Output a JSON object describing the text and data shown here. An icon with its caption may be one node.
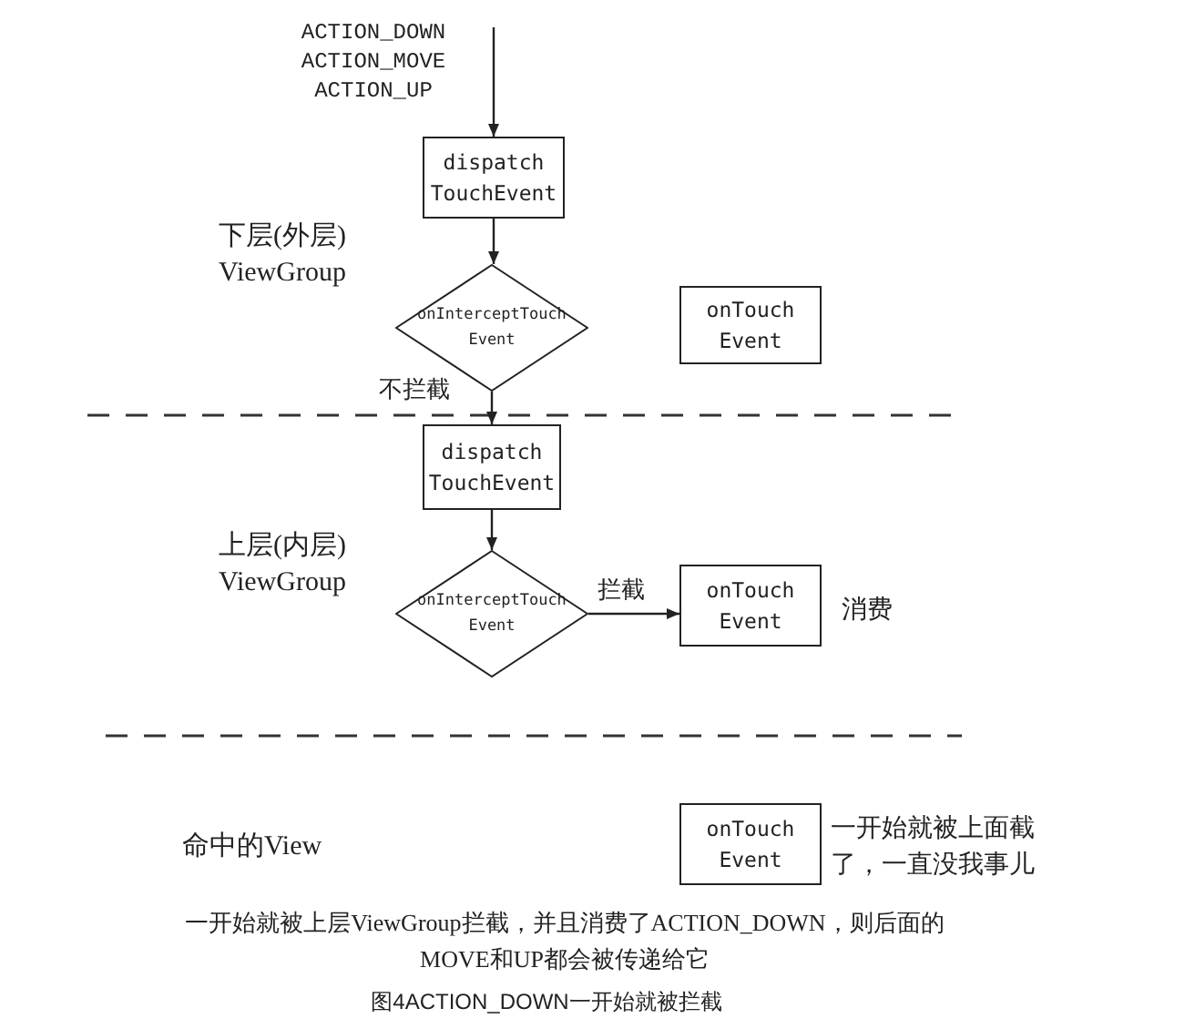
{
  "diagram": {
    "caption": "图4ACTION_DOWN一开始就被拦截",
    "nodes": [
      {
        "text": [
          "dispatch TouchEvent"
        ]
      },
      {
        "text": [
          "onInterceptTouchEvent"
        ]
      },
      {
        "text": [
          "onTouch Event"
        ]
      },
      {
        "text": [
          "dispatch TouchEvent"
        ]
      },
      {
        "text": [
          "onInterceptTouchEvent"
        ]
      },
      {
        "text": [
          "onTouch Event"
        ],
        "beside": [
          "消费"
        ]
      },
      {
        "text": [
          "onTouch Event"
        ],
        "beside": [
          "一开始就被上面截了，一直没我事儿"
        ]
      }
    ],
    "edges": [
      {
        "from": null,
        "to": 0,
        "arrow": "to",
        "label": "ACTION_DOWN ACTION_MOVE ACTION_UP"
      },
      {
        "from": 0,
        "to": 1,
        "arrow": "to"
      },
      {
        "from": 1,
        "to": 3,
        "arrow": "to",
        "label": "不拦截"
      },
      {
        "from": 3,
        "to": 4,
        "arrow": "to"
      },
      {
        "from": 4,
        "to": 5,
        "arrow": "to",
        "label": "拦截"
      }
    ],
    "labels": [
      "下层(外层) ViewGroup",
      "上层(内层) ViewGroup",
      "命中的View",
      "一开始就被上层ViewGroup拦截，并且消费了ACTION_DOWN，则后面的MOVE和UP都会被传递给它"
    ]
  }
}
